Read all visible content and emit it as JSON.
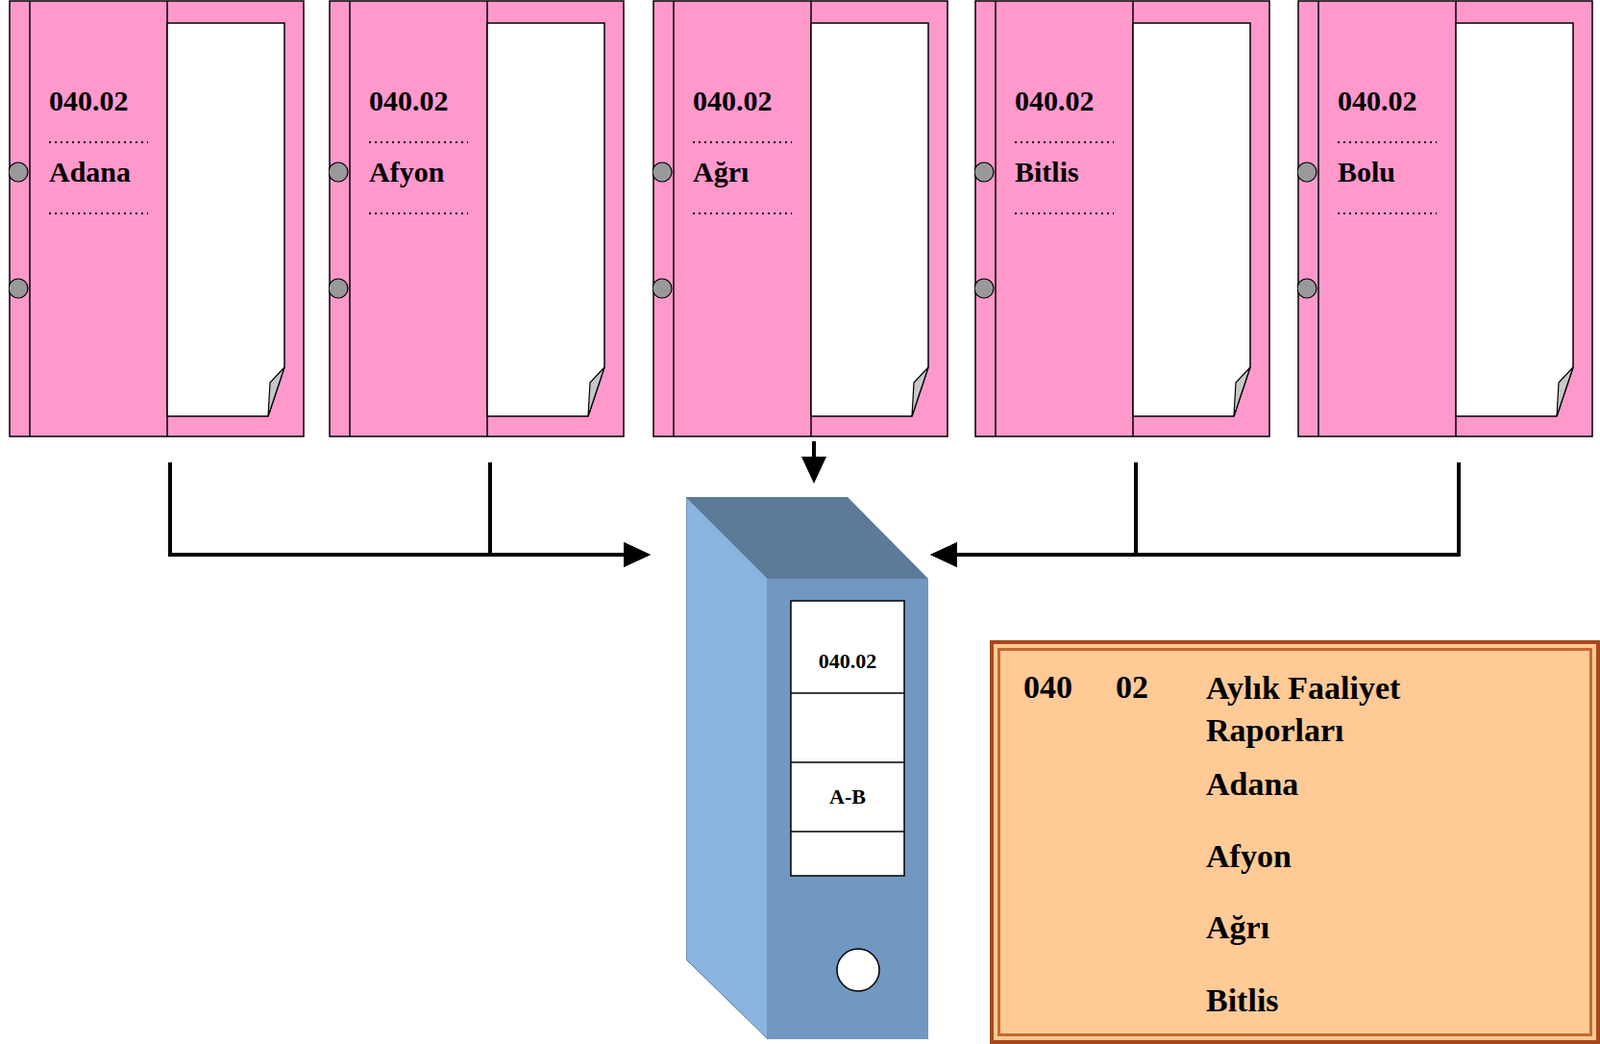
{
  "diagram": {
    "nodes": [
      {
        "text": [
          "040.02",
          "Adana"
        ]
      },
      {
        "text": [
          "040.02",
          "Afyon"
        ]
      },
      {
        "text": [
          "040.02",
          "Ağrı"
        ]
      },
      {
        "text": [
          "040.02",
          "Bitlis"
        ]
      },
      {
        "text": [
          "040.02",
          "Bolu"
        ]
      },
      {
        "text": [
          "040.02",
          "A-B"
        ]
      },
      {
        "text": [
          "040",
          "02",
          "Aylık Faaliyet Raporları",
          "Adana",
          "Afyon",
          "Ağrı",
          "Bitlis"
        ]
      }
    ],
    "edges": [
      {
        "from": 0,
        "to": 5,
        "arrow": "to"
      },
      {
        "from": 1,
        "to": 5,
        "arrow": "to"
      },
      {
        "from": 2,
        "to": 5,
        "arrow": "to"
      },
      {
        "from": 3,
        "to": 5,
        "arrow": "to"
      },
      {
        "from": 4,
        "to": 5,
        "arrow": "to"
      }
    ]
  }
}
